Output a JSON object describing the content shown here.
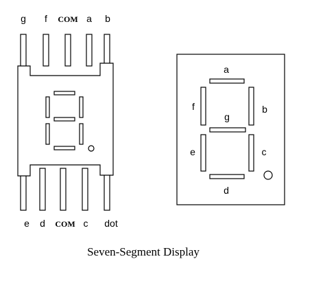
{
  "caption": "Seven-Segment Display",
  "pins_top": {
    "g": "g",
    "f": "f",
    "com": "COM",
    "a": "a",
    "b": "b"
  },
  "pins_bottom": {
    "e": "e",
    "d": "d",
    "com": "COM",
    "c": "c",
    "dot": "dot"
  },
  "segments": {
    "a": "a",
    "b": "b",
    "c": "c",
    "d": "d",
    "e": "e",
    "f": "f",
    "g": "g"
  }
}
